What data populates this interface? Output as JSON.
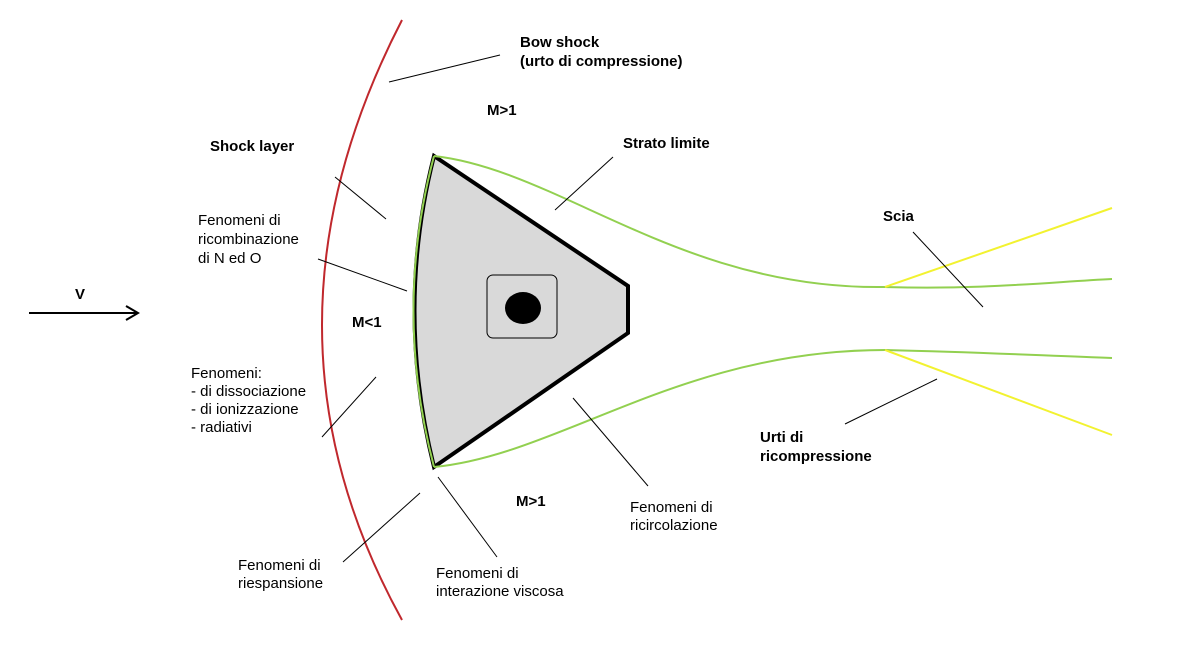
{
  "labels": {
    "bow_shock_line1": "Bow shock",
    "bow_shock_line2": "(urto di compressione)",
    "m_top": "M>1",
    "shock_layer": "Shock layer",
    "strato_limite": "Strato limite",
    "scia": "Scia",
    "ricombinazione_line1": "Fenomeni di",
    "ricombinazione_line2": "ricombinazione",
    "ricombinazione_line3": "di N ed O",
    "v": "V",
    "m_subsonic": "M<1",
    "dissociazione_line1": "Fenomeni:",
    "dissociazione_line2": "- di dissociazione",
    "dissociazione_line3": "- di ionizzazione",
    "dissociazione_line4": "- radiativi",
    "urti_line1": "Urti di",
    "urti_line2": "ricompressione",
    "m_bottom": "M>1",
    "ricircolazione_line1": "Fenomeni di",
    "ricircolazione_line2": "ricircolazione",
    "riespansione_line1": "Fenomeni di",
    "riespansione_line2": "riespansione",
    "viscosa_line1": "Fenomeni di",
    "viscosa_line2": "interazione viscosa"
  },
  "colors": {
    "bow_shock": "#c0282d",
    "boundary_layer": "#92d050",
    "recompression": "#f2f230",
    "body_fill": "#d9d9d9",
    "outline": "#000000"
  }
}
